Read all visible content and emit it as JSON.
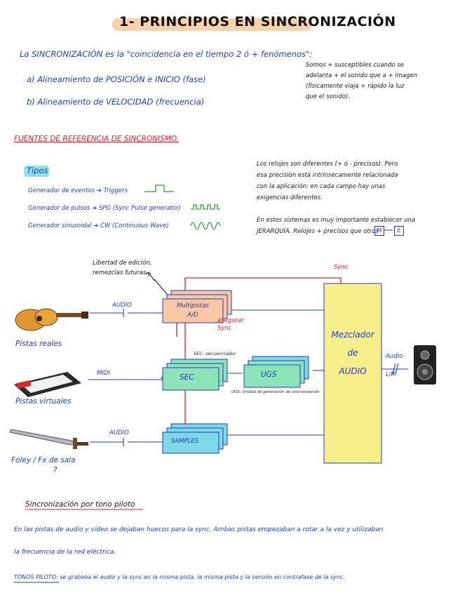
{
  "title": "1- PRINCIPIOS EN SINCRONIZACIÓN",
  "intro": {
    "definition": "La SINCRONIZACIÓN es la \"coincidencia en el tiempo 2 ó + fenómenos\":",
    "item_a": "a) Alineamiento de POSICIÓN e INICIO (fase)",
    "item_b": "b) Alineamiento de VELOCIDAD (frecuencia)",
    "side_note": [
      "Somos + susceptibles cuando se",
      "adelanta + el sonido que a + imagen",
      "(físicamente viaja + rápido la luz",
      "que el sonido)."
    ]
  },
  "references": {
    "heading": "FUENTES DE REFERENCIA DE SINCRONISMO.",
    "types_label": "Tipos",
    "types": [
      "Generador de eventos ➔ Triggers",
      "Generador de pulsos ➔ SPG (Sync Pulse generator)",
      "Generador sinusoidal ➔ CW (Continuous Wave)"
    ],
    "clocks_note": [
      "Los relojes son diferentes (+ ó - precisos). Pero",
      "esa precisión está intrínsecamente relacionada",
      "con la aplicación: en cada campo hay unas",
      "exigencias diferentes."
    ],
    "hierarchy_note": [
      "En estos sistemas es muy importante establecer una",
      "JERARQUÍA. Relojes + precisos que otros"
    ],
    "hierarchy_m": "M",
    "hierarchy_e": "E"
  },
  "diagram": {
    "libertad_note": [
      "Libertad de edición,",
      "remezclas futuras..."
    ],
    "sync_label": "Sync",
    "audio_label_1": "AUDIO",
    "midi_label": "MIDI",
    "audio_label_2": "AUDIO",
    "multipistas": [
      "Multipistas",
      "A/D"
    ],
    "asegurar": [
      "asegurar",
      "Sync"
    ],
    "sec_note": "SEC: secuenciador",
    "sec": "SEC",
    "ugs": "UGS",
    "ugs_note": "UGS: Unidad de generación de sincronización",
    "samples": "SAMPLES",
    "mezclador": [
      "Mezclador",
      "de",
      "AUDIO"
    ],
    "audio_out": [
      "Audio",
      "//",
      "L/R"
    ],
    "pistas_reales": "Pistas reales",
    "pistas_virtuales": "Pistas virtuales",
    "foley": "Foley / Fx de sala",
    "question": "?"
  },
  "pilot": {
    "heading": "Sincronización por tono piloto",
    "paragraph": [
      "En las pistas de audio y vídeo se dejaban huecos para la sync. Ambas pistas empezaban a rotar a la vez y utilizaban",
      "la frecuencia de la red eléctrica."
    ],
    "tono_label": "TONOS PILOTO",
    "tono_text": ": se grababa el audio y la sync en la misma pista, la misma pista y la versión en contrafase de la sync."
  },
  "colors": {
    "blue_ink": "#1f3fbf",
    "red_line": "#d6262b",
    "mixer_yellow": "#f7f08a",
    "box_orange": "#f8c7a5",
    "box_green": "#8fe3b8",
    "box_cyan": "#7fd8e8",
    "title_highlight": "#f6c38f",
    "green_wave": "#2e9e3e"
  },
  "icons": [
    "guitar-icon",
    "keyboard-icon",
    "sword-icon",
    "speaker-icon"
  ]
}
